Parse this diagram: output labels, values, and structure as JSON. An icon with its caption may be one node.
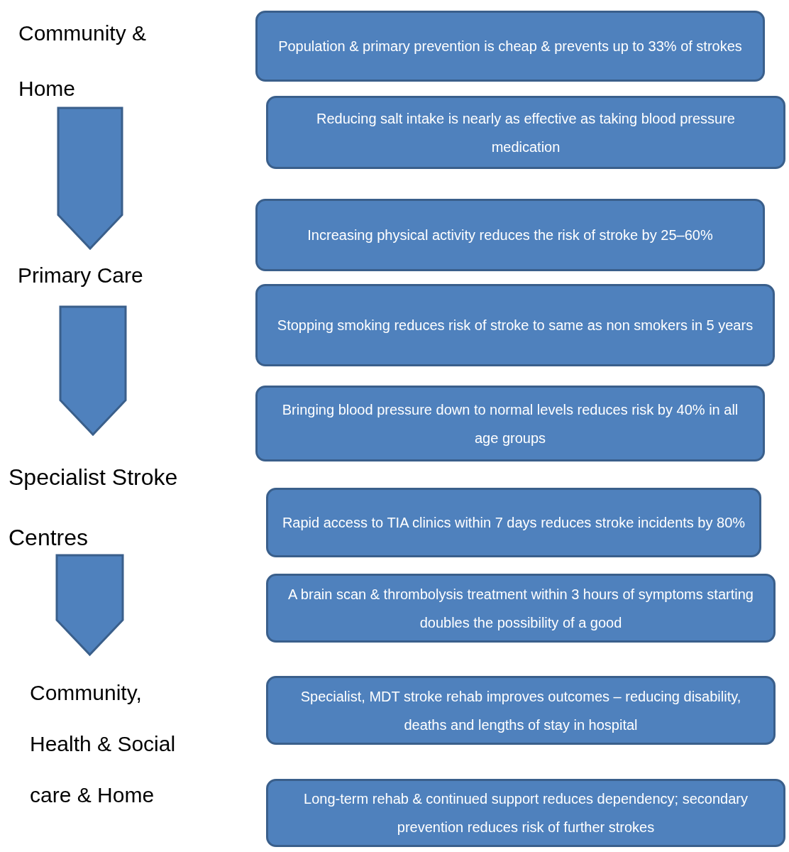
{
  "diagram": {
    "nodes": [
      {
        "text": [
          "Community & Home"
        ]
      },
      {
        "text": [
          "Primary Care"
        ]
      },
      {
        "text": [
          "Specialist Stroke Centres"
        ]
      },
      {
        "text": [
          "Community, Health & Social care & Home"
        ]
      },
      {
        "text": [
          "Population & primary prevention is cheap & prevents up to 33% of strokes"
        ]
      },
      {
        "text": [
          "Reducing salt intake is nearly as effective as taking blood pressure medication"
        ]
      },
      {
        "text": [
          "Increasing physical activity reduces the risk of stroke by 25–60%"
        ]
      },
      {
        "text": [
          "Stopping smoking reduces risk of stroke to same as non smokers in 5 years"
        ]
      },
      {
        "text": [
          "Bringing blood pressure down to normal levels reduces risk by 40% in all age groups"
        ]
      },
      {
        "text": [
          "Rapid access to TIA clinics within 7 days reduces stroke incidents by 80%"
        ]
      },
      {
        "text": [
          "A brain scan & thrombolysis treatment within 3 hours of symptoms starting doubles the possibility of a good"
        ]
      },
      {
        "text": [
          "Specialist, MDT stroke rehab improves outcomes – reducing disability, deaths and lengths of stay in hospital"
        ]
      },
      {
        "text": [
          "Long-term rehab & continued support reduces dependency; secondary prevention reduces risk of further strokes"
        ]
      }
    ],
    "edges": [
      {
        "from": 0,
        "to": 1,
        "arrow": "to",
        "style": "thick"
      },
      {
        "from": 1,
        "to": 2,
        "arrow": "to",
        "style": "thick"
      },
      {
        "from": 2,
        "to": 3,
        "arrow": "to",
        "style": "thick"
      }
    ]
  }
}
